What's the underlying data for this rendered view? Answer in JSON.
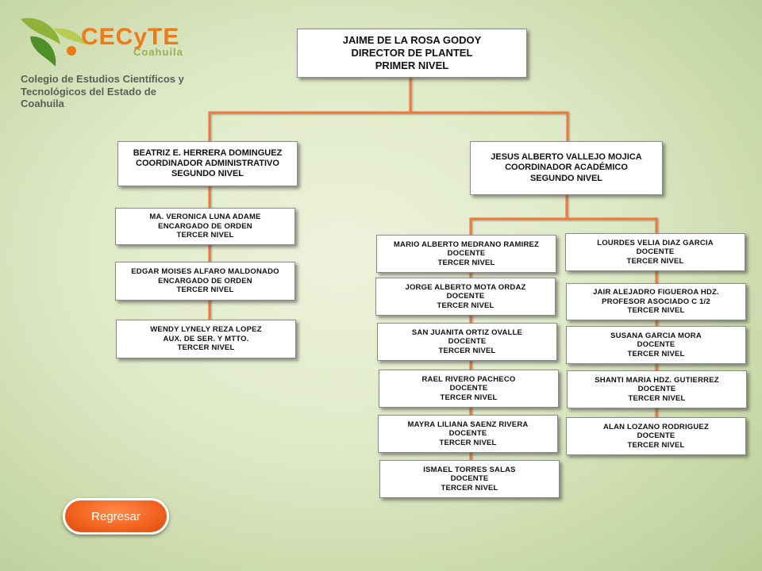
{
  "logo": {
    "brand": "CECyTE",
    "brand_sub": "Coahuila",
    "institution_line1": "Colegio de Estudios Científicos y",
    "institution_line2": "Tecnológicos del Estado de Coahuila"
  },
  "director": {
    "name": "JAIME DE LA ROSA GODOY",
    "role": "DIRECTOR DE PLANTEL",
    "level": "PRIMER NIVEL"
  },
  "admin_coordinator": {
    "name": "BEATRIZ E. HERRERA DOMINGUEZ",
    "role": "COORDINADOR ADMINISTRATIVO",
    "level": "SEGUNDO NIVEL"
  },
  "academic_coordinator": {
    "name": "JESUS ALBERTO VALLEJO MOJICA",
    "role": "COORDINADOR ACADÉMICO",
    "level": "SEGUNDO NIVEL"
  },
  "admin_staff": [
    {
      "name": "MA. VERONICA LUNA ADAME",
      "role": "ENCARGADO DE ORDEN",
      "level": "TERCER NIVEL"
    },
    {
      "name": "EDGAR MOISES ALFARO MALDONADO",
      "role": "ENCARGADO DE ORDEN",
      "level": "TERCER NIVEL"
    },
    {
      "name": "WENDY LYNELY REZA LOPEZ",
      "role": "AUX. DE SER. Y MTTO.",
      "level": "TERCER NIVEL"
    }
  ],
  "teachers_left": [
    {
      "name": "MARIO ALBERTO MEDRANO RAMIREZ",
      "role": "DOCENTE",
      "level": "TERCER NIVEL"
    },
    {
      "name": "JORGE ALBERTO MOTA ORDAZ",
      "role": "DOCENTE",
      "level": "TERCER NIVEL"
    },
    {
      "name": "SAN JUANITA ORTIZ  OVALLE",
      "role": "DOCENTE",
      "level": "TERCER NIVEL"
    },
    {
      "name": "RAEL RIVERO PACHECO",
      "role": "DOCENTE",
      "level": "TERCER NIVEL"
    },
    {
      "name": "MAYRA LILIANA SAENZ RIVERA",
      "role": "DOCENTE",
      "level": "TERCER NIVEL"
    },
    {
      "name": "ISMAEL TORRES SALAS",
      "role": "DOCENTE",
      "level": "TERCER NIVEL"
    }
  ],
  "teachers_right": [
    {
      "name": "LOURDES VELIA DIAZ GARCIA",
      "role": "DOCENTE",
      "level": "TERCER NIVEL"
    },
    {
      "name": "JAIR ALEJADRO FIGUEROA HDZ.",
      "role": "PROFESOR ASOCIADO C 1/2",
      "level": "TERCER NIVEL"
    },
    {
      "name": "SUSANA GARCIA MORA",
      "role": "DOCENTE",
      "level": "TERCER NIVEL"
    },
    {
      "name": "SHANTI MARIA HDZ. GUTIERREZ",
      "role": "DOCENTE",
      "level": "TERCER NIVEL"
    },
    {
      "name": "ALAN LOZANO RODRIGUEZ",
      "role": "DOCENTE",
      "level": "TERCER NIVEL"
    }
  ],
  "back_button": {
    "label": "Regresar"
  },
  "colors": {
    "connector": "#f07a3a",
    "button": "#f2621f",
    "brand": "#f07a1a"
  }
}
